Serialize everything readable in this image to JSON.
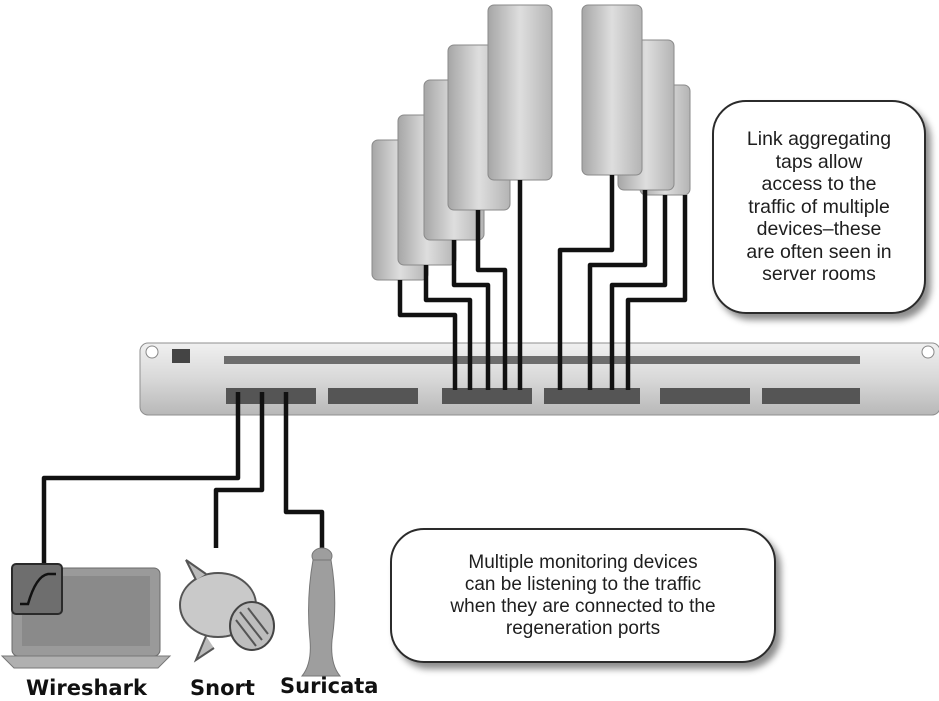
{
  "callouts": {
    "top": "Link aggregating\ntaps allow\naccess to the\ntraffic of multiple\ndevices–these\nare often seen in\nserver rooms",
    "bottom": "Multiple monitoring devices\ncan be listening to the traffic\nwhen they are connected to the\nregeneration ports"
  },
  "devices": {
    "wireshark": "Wireshark",
    "snort": "Snort",
    "suricata": "Suricata"
  },
  "colors": {
    "cable": "#111111",
    "callout_border": "#2b2b2b",
    "server": "#c8c8c8",
    "panel": "#d4d4d4"
  }
}
